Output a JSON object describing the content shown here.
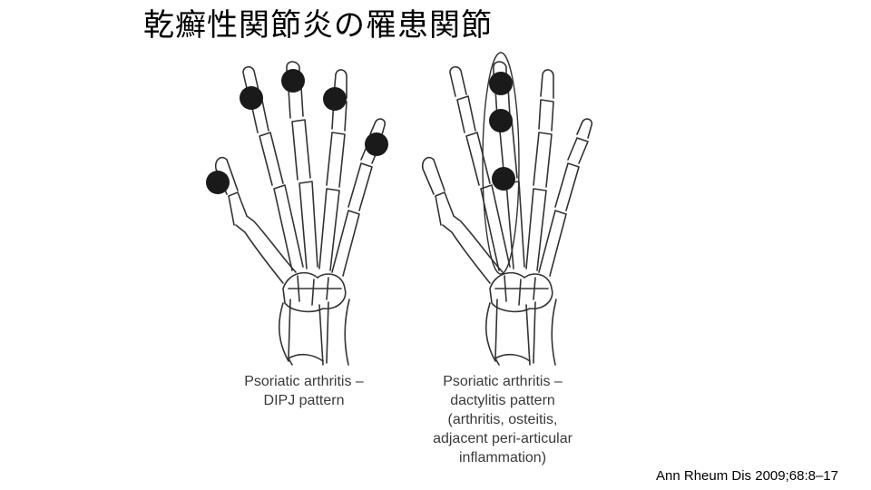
{
  "slide": {
    "title": "乾癬性関節炎の罹患関節",
    "citation": "Ann Rheum Dis 2009;68:8–17"
  },
  "figure": {
    "left_panel": {
      "caption_lines": [
        "Psoriatic arthritis –",
        "DIPJ pattern"
      ]
    },
    "right_panel": {
      "caption_lines": [
        "Psoriatic arthritis –",
        "dactylitis pattern",
        "(arthritis, osteitis,",
        "adjacent peri-articular",
        "inflammation)"
      ]
    }
  },
  "colors": {
    "bone_stroke": "#333333",
    "joint_marker": "#1a1a1a",
    "background": "#ffffff"
  }
}
